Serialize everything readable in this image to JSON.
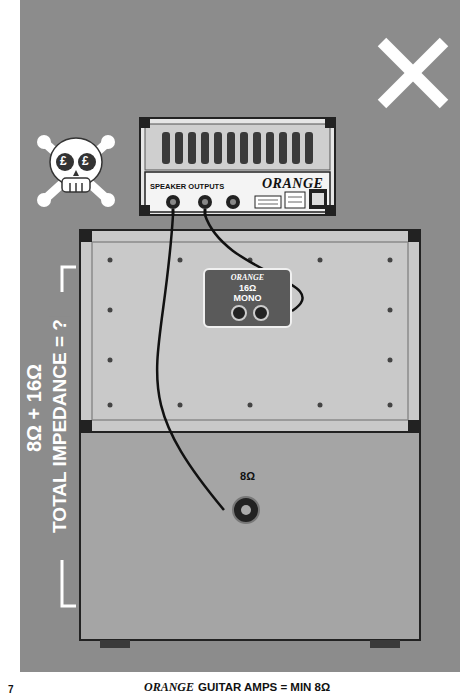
{
  "diagram": {
    "nodes": [
      {
        "text": [
          "ORANGE",
          "SPEAKER OUTPUTS"
        ]
      },
      {
        "text": [
          "ORANGE",
          "16Ω MONO"
        ]
      },
      {
        "text": [
          "8Ω"
        ]
      }
    ],
    "edges": [
      {
        "from": 0,
        "to": 1,
        "arrow": "none"
      },
      {
        "from": 0,
        "to": 2,
        "arrow": "none"
      }
    ],
    "labels": [
      "£",
      "£",
      "8Ω + 16Ω",
      "TOTAL IMPEDANCE = ?",
      "7",
      "ORANGE",
      "GUITAR AMPS = MIN 8Ω"
    ]
  }
}
